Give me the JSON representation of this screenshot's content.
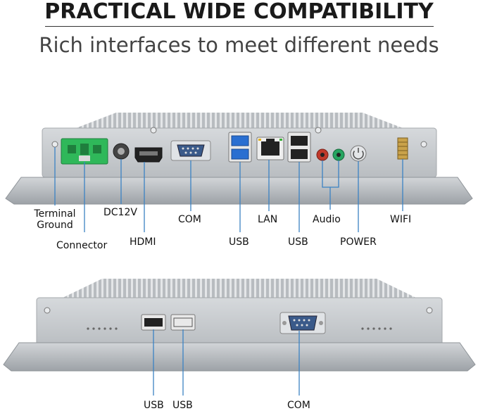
{
  "header": {
    "title": "PRACTICAL WIDE COMPATIBILITY",
    "subtitle": "Rich interfaces to meet different needs"
  },
  "top_panel": {
    "labels": {
      "terminal_ground": "Terminal\nGround",
      "connector": "Connector",
      "dc12v": "DC12V",
      "hdmi": "HDMI",
      "com": "COM",
      "usb_left": "USB",
      "lan": "LAN",
      "usb_right": "USB",
      "audio": "Audio",
      "power": "POWER",
      "wifi": "WIFI"
    }
  },
  "bottom_panel": {
    "labels": {
      "usb_1": "USB",
      "usb_2": "USB",
      "com": "COM"
    }
  },
  "colors": {
    "chassis": "#c9cdd1",
    "chassis_dark": "#9ea3a8",
    "leader_line": "#3b82c4",
    "terminal_green": "#2fb85a",
    "usb3_blue": "#2a6fd1",
    "audio_red": "#c0392b",
    "audio_green": "#27a561",
    "com_blue": "#3a5a8a"
  }
}
